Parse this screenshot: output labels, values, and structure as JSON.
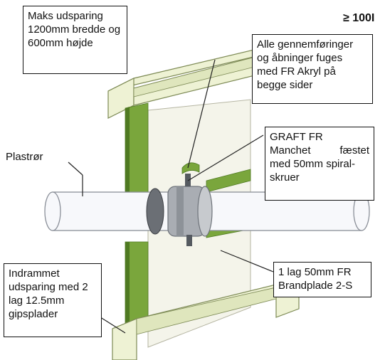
{
  "heading": "≥ 100I",
  "callouts": {
    "maks_udsparing": {
      "lines": [
        "Maks udsparing",
        "1200mm bredde og",
        "600mm højde"
      ]
    },
    "akryl": {
      "lines": [
        "Alle gennemføringer",
        "og åbninger fuges",
        "med FR Akryl på",
        "begge sider"
      ]
    },
    "graft": {
      "lines": [
        "GRAFT FR",
        "Manchet",
        "fæstet",
        "med 50mm spiral-",
        "skruer"
      ]
    },
    "plastror": {
      "text": "Plastrør"
    },
    "brandplade": {
      "lines": [
        "1 lag 50mm FR",
        "Brandplade 2-S"
      ]
    },
    "indrammet": {
      "lines": [
        "Indrammet",
        "udsparing med 2",
        "lag 12.5mm",
        "gipsplader"
      ]
    }
  },
  "colors": {
    "frame_fill": "#eef2d4",
    "frame_stroke": "#7d8a55",
    "board_fill": "#f4f4ea",
    "board_stroke": "#b5b5a2",
    "green": "#7aa63c",
    "green_dark": "#4f7a22",
    "pipe_fill": "#f7f8fb",
    "pipe_stroke": "#8a8f98",
    "collar": "#a9adb3",
    "leader": "#222222"
  }
}
